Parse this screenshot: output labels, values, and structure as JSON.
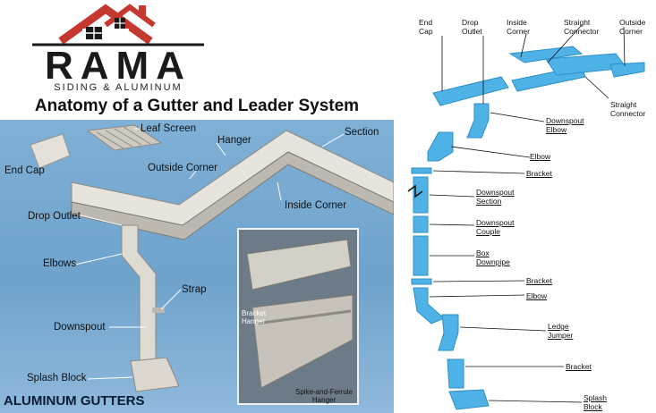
{
  "logo": {
    "name": "RAMA",
    "tagline": "SIDING & ALUMINUM",
    "colors": {
      "roof": "#c5382f",
      "text": "#1a1a1a"
    }
  },
  "title": "Anatomy of a Gutter and Leader System",
  "left_panel": {
    "labels": {
      "leaf_screen": "Leaf Screen",
      "end_cap": "End Cap",
      "hanger": "Hanger",
      "section": "Section",
      "outside_corner": "Outside Corner",
      "inside_corner": "Inside Corner",
      "drop_outlet": "Drop Outlet",
      "elbows": "Elbows",
      "strap": "Strap",
      "downspout": "Downspout",
      "splash_block": "Splash Block",
      "bracket_hanger": "Bracket\nHanger",
      "spike_ferrule_hanger": "Spike-and-Ferrule\nHanger"
    },
    "footer": "ALUMINUM GUTTERS",
    "colors": {
      "background": "#7fb0d6",
      "metal": "#d9d6cf"
    }
  },
  "right_panel": {
    "labels": {
      "end_cap": "End\nCap",
      "drop_outlet": "Drop\nOutlet",
      "inside_corner": "Inside\nCorner",
      "straight_connector_top": "Straight\nConnector",
      "outside_corner": "Outside\nCorner",
      "straight_connector_side": "Straight\nConnector",
      "downspout_elbow": "Downspout\nElbow",
      "elbow_1": "Elbow",
      "bracket_1": "Bracket",
      "downspout_section": "Downspout\nSection",
      "downspout_couple": "Downspout\nCouple",
      "box_downpipe": "Box\nDownpipe",
      "bracket_2": "Bracket",
      "elbow_2": "Elbow",
      "ledge_jumper": "Ledge\nJumper",
      "bracket_3": "Bracket",
      "splash_block": "Splash\nBlock"
    },
    "colors": {
      "part": "#4fb2e6",
      "part_dark": "#2c8fc9"
    }
  }
}
